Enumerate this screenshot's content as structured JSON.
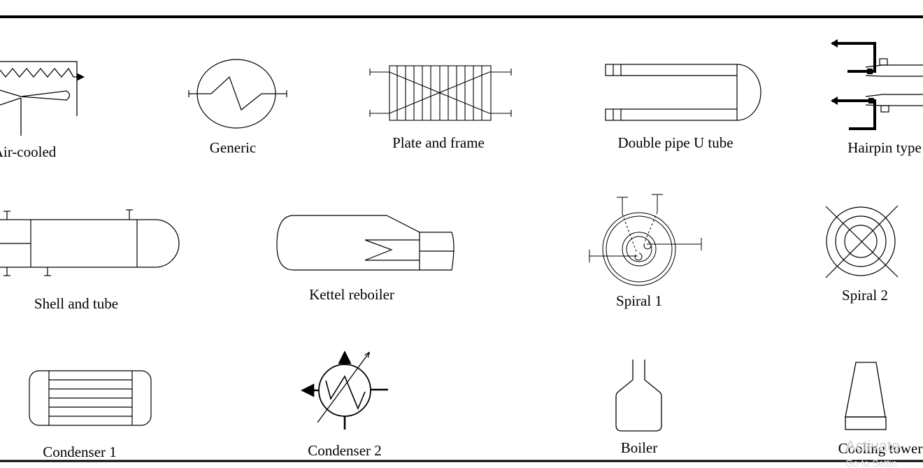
{
  "symbols": {
    "air_cooled": "Air-cooled",
    "generic": "Generic",
    "plate_and_frame": "Plate and frame",
    "double_pipe_u_tube": "Double pipe U tube",
    "hairpin_type": "Hairpin type",
    "shell_and_tube": "Shell and tube",
    "kettel_reboiler": "Kettel reboiler",
    "spiral_1": "Spiral 1",
    "spiral_2": "Spiral 2",
    "condenser_1": "Condenser 1",
    "condenser_2": "Condenser 2",
    "boiler": "Boiler",
    "cooling_tower": "Cooling tower"
  },
  "watermark": {
    "line1": "Activate",
    "line2": "Go to Settin"
  }
}
